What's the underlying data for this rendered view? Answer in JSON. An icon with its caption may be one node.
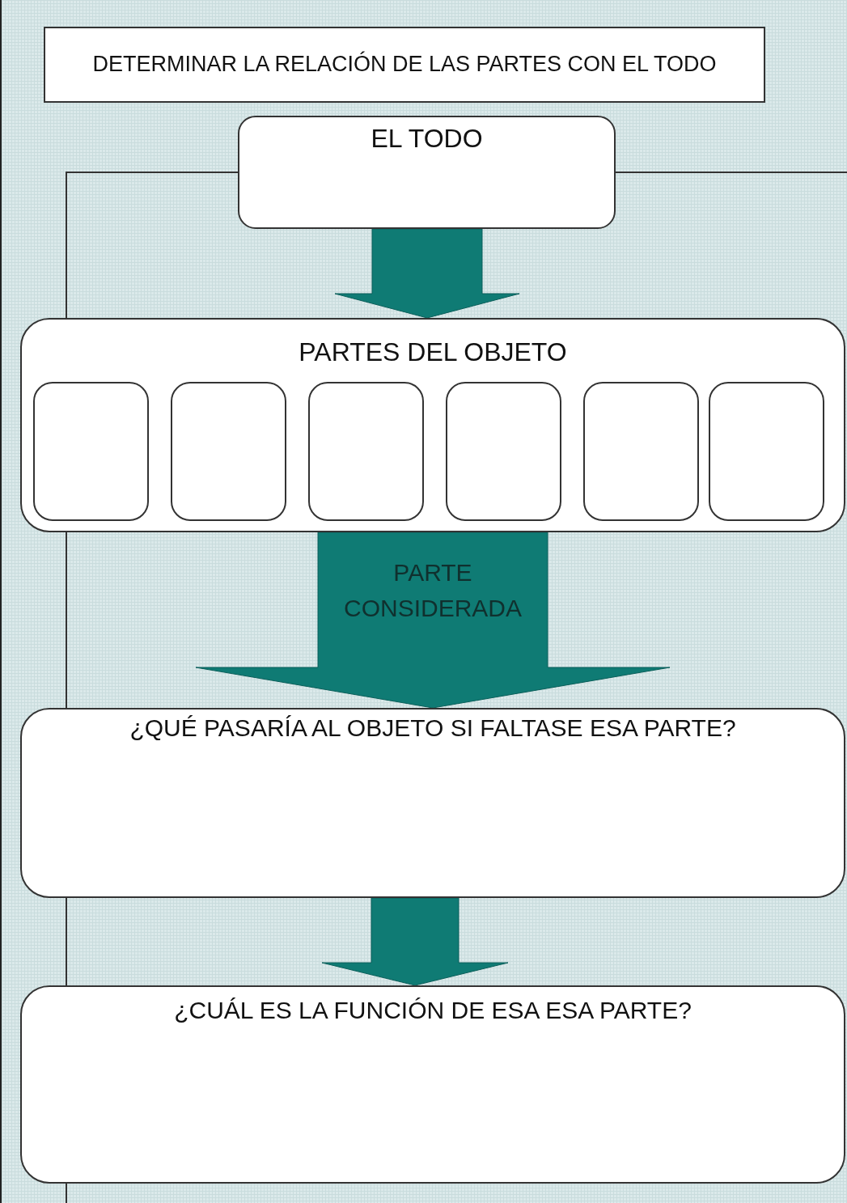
{
  "diagram": {
    "nodes": [
      {
        "text": [
          "DETERMINAR LA RELACIÓN DE LAS PARTES CON EL TODO"
        ]
      },
      {
        "text": [
          "EL TODO"
        ]
      },
      {
        "text": [
          "PARTES DEL OBJETO"
        ]
      },
      {
        "text": [],
        "shape": "box",
        "in": 2
      },
      {
        "text": [],
        "shape": "box",
        "in": 2
      },
      {
        "text": [],
        "shape": "box",
        "in": 2
      },
      {
        "text": [],
        "shape": "box",
        "in": 2
      },
      {
        "text": [],
        "shape": "box",
        "in": 2
      },
      {
        "text": [],
        "shape": "box",
        "in": 2
      },
      {
        "text": [
          "¿QUÉ PASARÍA AL OBJETO SI FALTASE ESA PARTE?"
        ]
      },
      {
        "text": [
          "¿CUÁL ES LA FUNCIÓN DE ESA ESA PARTE?"
        ]
      }
    ],
    "edges": [
      {
        "from": 1,
        "to": 2,
        "arrow": "to"
      },
      {
        "from": 2,
        "to": 9,
        "arrow": "to",
        "label": "PARTE CONSIDERADA"
      },
      {
        "from": 9,
        "to": 10,
        "arrow": "to"
      }
    ]
  }
}
